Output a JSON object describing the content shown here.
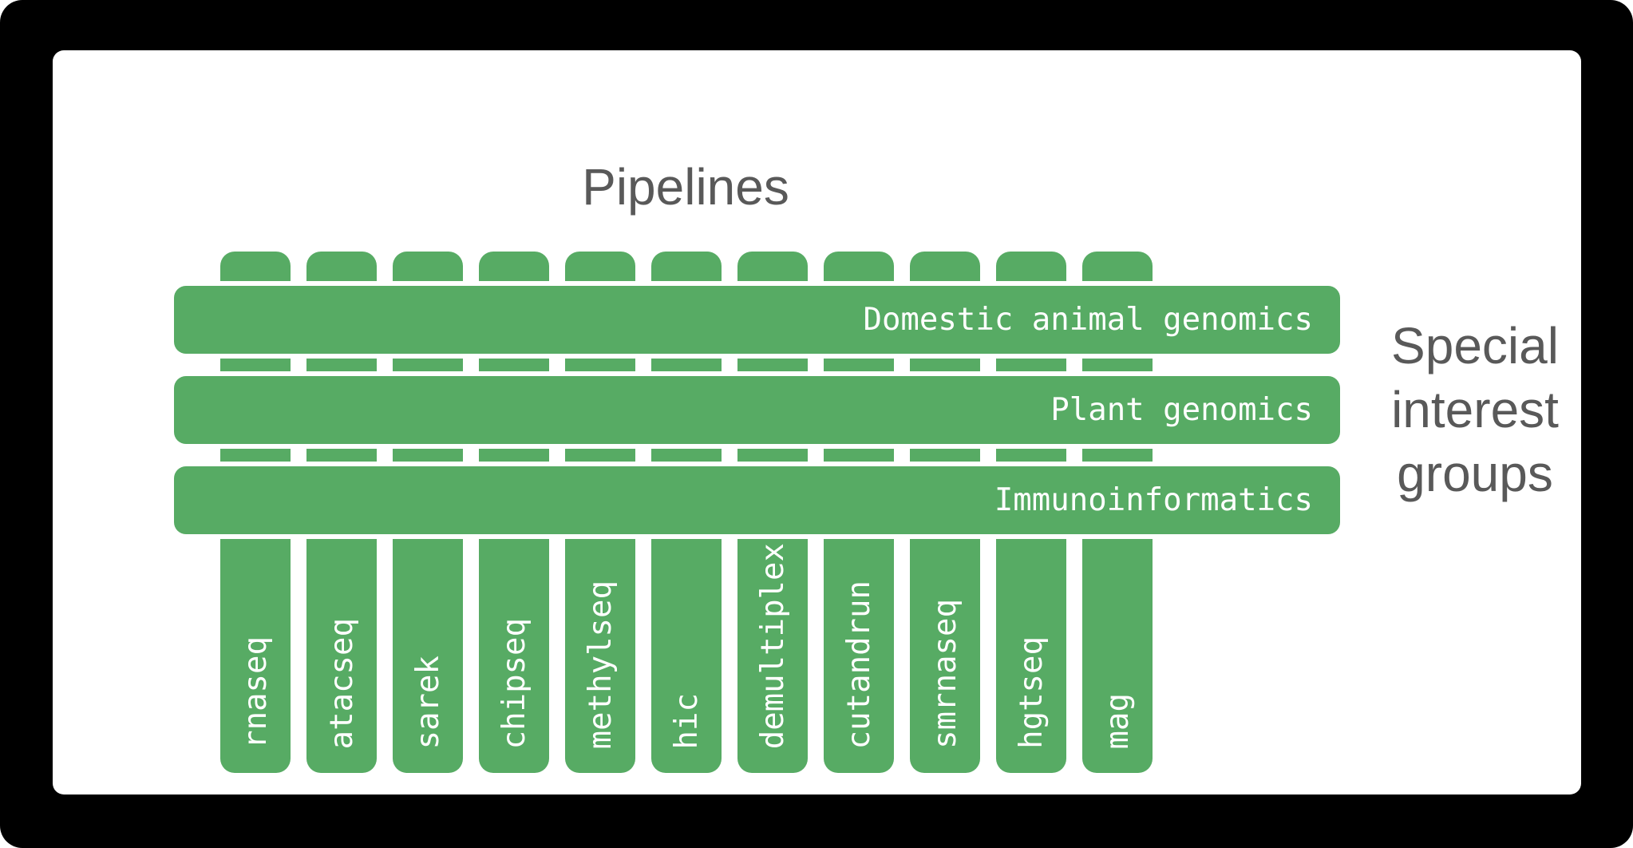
{
  "title": "Pipelines",
  "pipelines": [
    "rnaseq",
    "atacseq",
    "sarek",
    "chipseq",
    "methylseq",
    "hic",
    "demultiplex",
    "cutandrun",
    "smrnaseq",
    "hgtseq",
    "mag"
  ],
  "groups": [
    "Domestic animal genomics",
    "Plant genomics",
    "Immunoinformatics"
  ],
  "sig_label": {
    "line1": "Special",
    "line2": "interest",
    "line3": "groups"
  },
  "colors": {
    "bar_green": "#57ab64",
    "text_gray": "#595959",
    "card_background": "#ffffff",
    "canvas_background": "#000000"
  }
}
